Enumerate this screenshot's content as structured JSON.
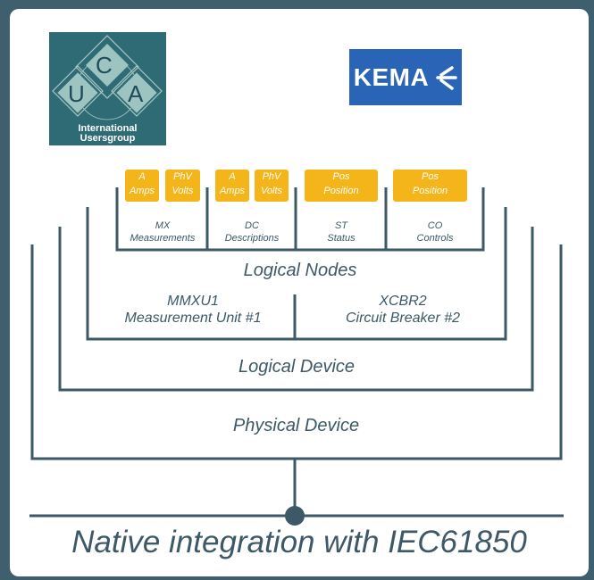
{
  "logo_ucaiug": {
    "letters": [
      "C",
      "U",
      "A"
    ],
    "caption_line1": "International",
    "caption_line2": "Usersgroup",
    "bg_color": "#2f6b74"
  },
  "logo_kema": {
    "text": "KEMA",
    "bg_color": "#2a64b6",
    "icon": "kema-mark-icon"
  },
  "nodes": [
    {
      "chips": [
        {
          "l1": "A",
          "l2": "Amps"
        },
        {
          "l1": "PhV",
          "l2": "Volts"
        }
      ],
      "code": "MX",
      "desc": "Measurements"
    },
    {
      "chips": [
        {
          "l1": "A",
          "l2": "Amps"
        },
        {
          "l1": "PhV",
          "l2": "Volts"
        }
      ],
      "code": "DC",
      "desc": "Descriptions"
    },
    {
      "chips": [
        {
          "l1": "Pos",
          "l2": "Position"
        }
      ],
      "code": "ST",
      "desc": "Status"
    },
    {
      "chips": [
        {
          "l1": "Pos",
          "l2": "Position"
        }
      ],
      "code": "CO",
      "desc": "Controls"
    }
  ],
  "logical_nodes_label": "Logical Nodes",
  "units": [
    {
      "code": "MMXU1",
      "desc": "Measurement Unit #1"
    },
    {
      "code": "XCBR2",
      "desc": "Circuit Breaker #2"
    }
  ],
  "logical_device_label": "Logical Device",
  "physical_device_label": "Physical Device",
  "tagline": "Native integration with IEC61850",
  "colors": {
    "line": "#3d5866",
    "chip": "#f3b519",
    "outer_bg": "#3f5f6f"
  }
}
